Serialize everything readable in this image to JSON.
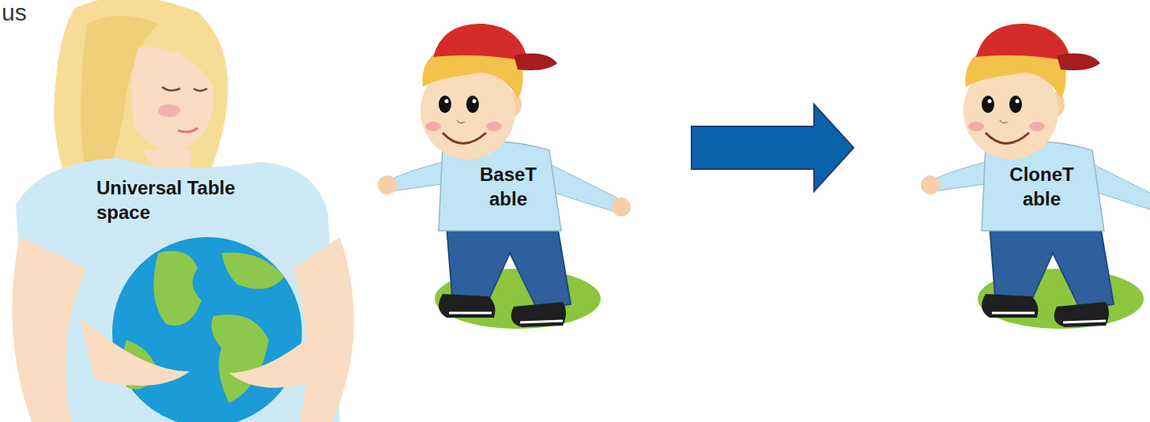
{
  "diagram": {
    "nodes": [
      {
        "text": [
          "Universal Table space"
        ]
      },
      {
        "text": [
          "BaseT able"
        ]
      },
      {
        "text": [
          "CloneT able"
        ]
      }
    ],
    "edges": [
      {
        "from": 1,
        "to": 2,
        "arrow": "to"
      }
    ],
    "labels": [
      "us"
    ]
  }
}
